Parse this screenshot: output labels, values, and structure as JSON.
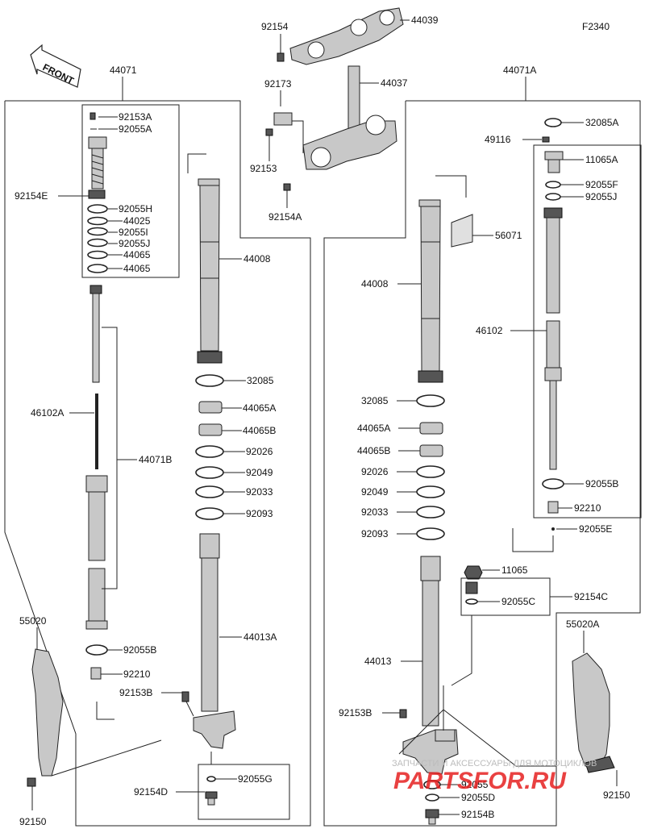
{
  "figure_code": "F2340",
  "front_label": "FRONT",
  "left_assembly": {
    "main": "44071",
    "inner": [
      {
        "code": "92153A"
      },
      {
        "code": "92055A"
      },
      {
        "code": "92154E"
      },
      {
        "code": "92055H"
      },
      {
        "code": "44025"
      },
      {
        "code": "92055I"
      },
      {
        "code": "92055J"
      },
      {
        "code": "44065"
      },
      {
        "code": "44065"
      }
    ],
    "cartridge": [
      "46102A",
      "44071B",
      "92055B",
      "92210",
      "92153B"
    ],
    "tube": [
      "44008",
      "32085",
      "44065A",
      "44065B",
      "92026",
      "92049",
      "92033",
      "92093",
      "44013A"
    ],
    "bottom": [
      "92055G",
      "92154D"
    ],
    "guard": [
      "55020",
      "92150"
    ]
  },
  "top": [
    "92154",
    "44039",
    "92173",
    "44037",
    "92153",
    "92154A"
  ],
  "right_assembly": {
    "main": "44071A",
    "inner": [
      "32085A",
      "49116",
      "11065A",
      "92055F",
      "92055J",
      "46102",
      "92055B",
      "92210",
      "92055E"
    ],
    "tube": [
      "56071",
      "44008",
      "32085",
      "44065A",
      "44065B",
      "92026",
      "92049",
      "92033",
      "92093",
      "44013"
    ],
    "lower": [
      "11065",
      "92055C",
      "92154C",
      "92153B",
      "92055",
      "92055D",
      "92154B"
    ],
    "guard": [
      "55020A",
      "92150"
    ]
  },
  "watermark": {
    "line1": "ЗАПЧАСТИ И АКСЕССУАРЫ ДЛЯ МОТОЦИКЛОВ",
    "line2": "PARTSFOR.RU"
  }
}
